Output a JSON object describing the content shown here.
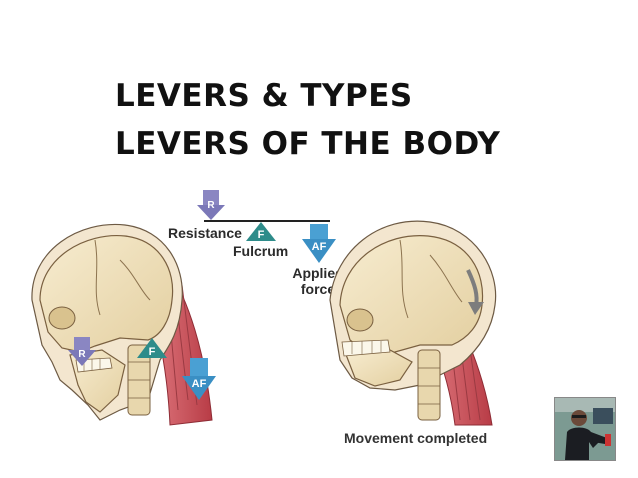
{
  "title": {
    "line1": "LEVERS & TYPES",
    "line2": "LEVERS OF THE BODY"
  },
  "legend": {
    "resistance": "Resistance",
    "fulcrum": "Fulcrum",
    "applied_line1": "Applied",
    "applied_line2": "force",
    "r": "R",
    "f": "F",
    "af": "AF"
  },
  "left_figure": {
    "r": "R",
    "f": "F",
    "af": "AF"
  },
  "right_figure": {
    "caption": "Movement completed"
  },
  "colors": {
    "resistance": "#7b78b8",
    "fulcrum": "#2e8c8a",
    "applied": "#3a8fc4",
    "skull": "#f2e4c0",
    "muscle": "#c9525a"
  }
}
